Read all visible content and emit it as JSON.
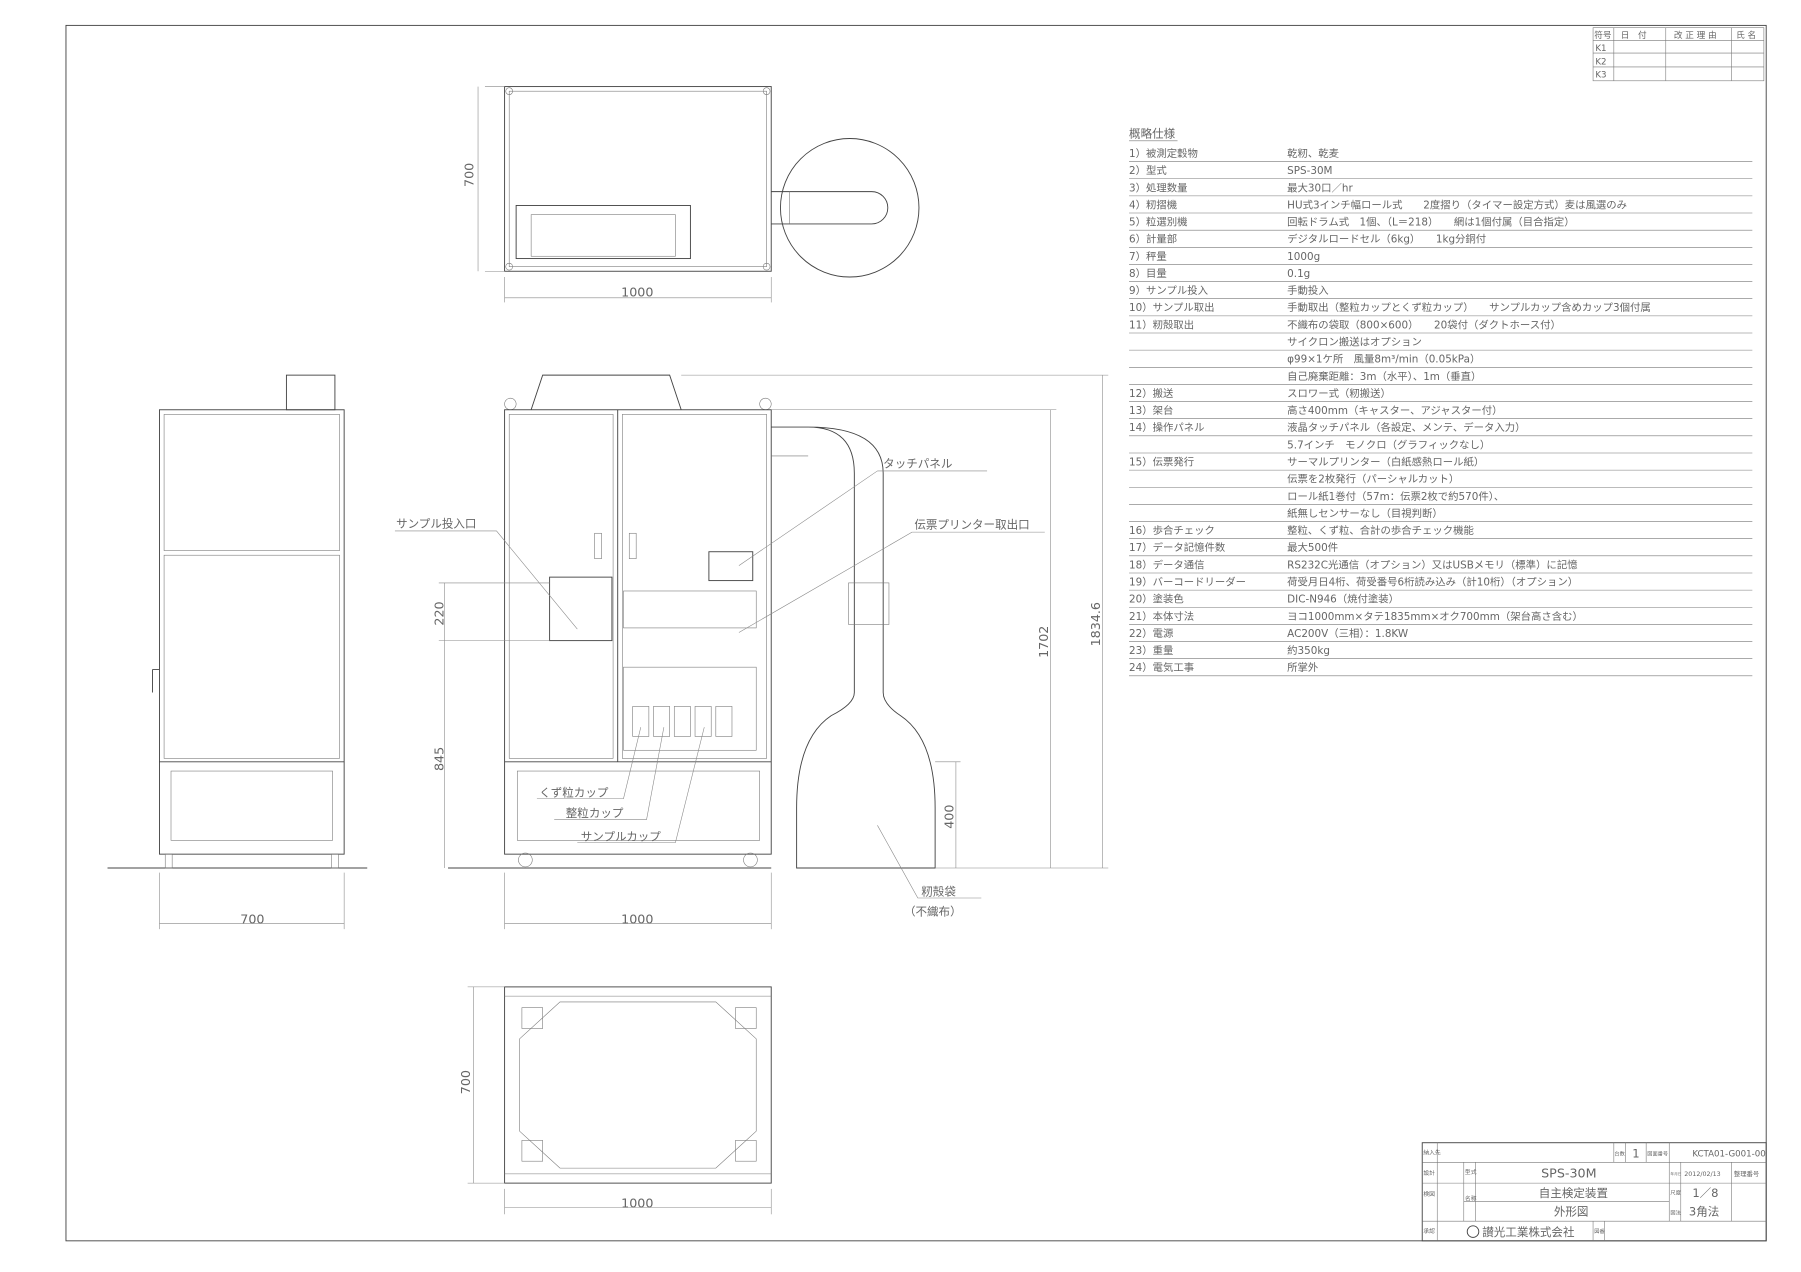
{
  "revision_table": {
    "headers": [
      "符号",
      "日　付",
      "改 正 理 由",
      "氏 名"
    ],
    "rows": [
      "K1",
      "K2",
      "K3"
    ]
  },
  "spec": {
    "title": "概略仕様",
    "rows": [
      {
        "label": "1）被測定穀物",
        "value": "乾籾、乾麦"
      },
      {
        "label": "2）型式",
        "value": "SPS-30M"
      },
      {
        "label": "3）処理数量",
        "value": "最大30口／hr"
      },
      {
        "label": "4）籾摺機",
        "value": "HU式3インチ幅ロール式　　2度摺り（タイマー設定方式）麦は風選のみ"
      },
      {
        "label": "5）粒選別機",
        "value": "回転ドラム式　1個、（L＝218）　　網は1個付属（目合指定）"
      },
      {
        "label": "6）計量部",
        "value": "デジタルロードセル（6kg）　　1kg分銅付"
      },
      {
        "label": "7）秤量",
        "value": "1000g"
      },
      {
        "label": "8）目量",
        "value": "0.1g"
      },
      {
        "label": "9）サンプル投入",
        "value": "手動投入"
      },
      {
        "label": "10）サンプル取出",
        "value": "手動取出（整粒カップとくず粒カップ）　　サンプルカップ含めカップ3個付属"
      },
      {
        "label": "11）籾殻取出",
        "value": "不織布の袋取（800×600）　　20袋付（ダクトホース付）"
      },
      {
        "label": "",
        "value": "サイクロン搬送はオプション"
      },
      {
        "label": "",
        "value": "φ99×1ケ所　風量8m³/min（0.05kPa）"
      },
      {
        "label": "",
        "value": "自己廃棄距離：3m（水平）、1m（垂直）"
      },
      {
        "label": "12）搬送",
        "value": "スロワー式（籾搬送）"
      },
      {
        "label": "13）架台",
        "value": "高さ400mm（キャスター、アジャスター付）"
      },
      {
        "label": "14）操作パネル",
        "value": "液晶タッチパネル（各設定、メンテ、データ入力）"
      },
      {
        "label": "",
        "value": "5.7インチ　モノクロ（グラフィックなし）"
      },
      {
        "label": "15）伝票発行",
        "value": "サーマルプリンター（白紙感熱ロール紙）"
      },
      {
        "label": "",
        "value": "伝票を2枚発行（パーシャルカット）"
      },
      {
        "label": "",
        "value": "ロール紙1巻付（57m：伝票2枚で約570件）、"
      },
      {
        "label": "",
        "value": "紙無しセンサーなし（目視判断）"
      },
      {
        "label": "16）歩合チェック",
        "value": "整粒、くず粒、合計の歩合チェック機能"
      },
      {
        "label": "17）データ記憶件数",
        "value": "最大500件"
      },
      {
        "label": "18）データ通信",
        "value": "RS232C光通信（オプション）又はUSBメモリ（標準）に記憶"
      },
      {
        "label": "19）バーコードリーダー",
        "value": "荷受月日4桁、荷受番号6桁読み込み（計10桁）（オプション）"
      },
      {
        "label": "20）塗装色",
        "value": "DIC-N946（焼付塗装）"
      },
      {
        "label": "21）本体寸法",
        "value": "ヨコ1000mm×タテ1835mm×オク700mm（架台高さ含む）"
      },
      {
        "label": "22）電源",
        "value": "AC200V（三相）：1.8KW"
      },
      {
        "label": "23）重量",
        "value": "約350kg"
      },
      {
        "label": "24）電気工事",
        "value": "所掌外"
      }
    ]
  },
  "labels": {
    "touch_panel": "タッチパネル",
    "printer_outlet": "伝票プリンター取出口",
    "sample_inlet": "サンプル投入口",
    "waste_cup": "くず粒カップ",
    "good_cup": "整粒カップ",
    "sample_cup": "サンプルカップ",
    "husk_bag": "籾殻袋",
    "husk_bag_note": "（不織布）"
  },
  "dimensions": {
    "top_depth": "700",
    "top_width": "1000",
    "side_width": "700",
    "front_width": "1000",
    "inlet_height": "220",
    "inlet_base": "845",
    "body_height": "1702",
    "total_height": "1834.6",
    "stand_height": "400",
    "bottom_depth": "700",
    "bottom_width": "1000"
  },
  "title_block": {
    "left_labels": [
      "納入先",
      "設計",
      "検図",
      "承認"
    ],
    "count_label": "台数",
    "count": "1",
    "drawing_no_label": "図面番号",
    "drawing_no": "KCTA01-G001-00",
    "model_label": "型式",
    "model": "SPS-30M",
    "name_label": "名称",
    "name": "自主検定装置",
    "subname": "外形図",
    "date_label": "年月日",
    "date": "2012/02/13",
    "serial_label": "整理番号",
    "scale_label": "尺度",
    "scale": "1／8",
    "projection_label": "図法",
    "projection": "3角法",
    "company": "讃光工業株式会社",
    "drawing_label": "図番"
  }
}
